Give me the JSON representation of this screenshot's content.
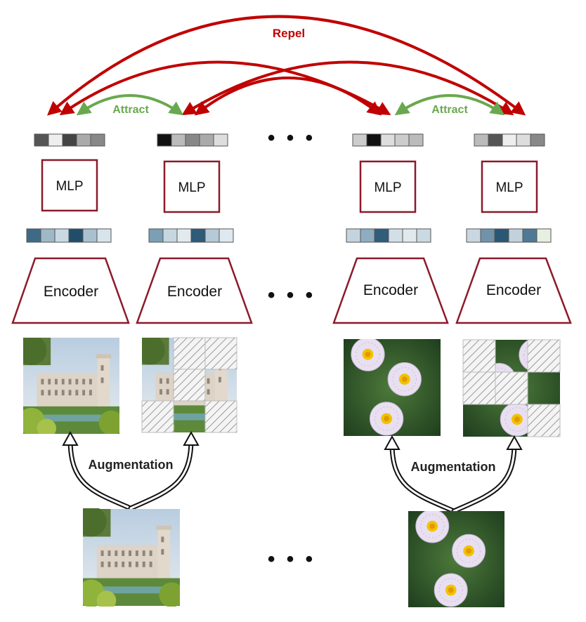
{
  "labels": {
    "repel": "Repel",
    "attract": "Attract",
    "mlp": "MLP",
    "encoder": "Encoder",
    "augmentation": "Augmentation",
    "ellipsis": "• • •"
  },
  "colors": {
    "repel_arrow": "#c00000",
    "attract_arrow": "#6aa84f",
    "box_border": "#8b1a2b",
    "masked_patch": "#e8e8e8",
    "castle_sky": "#cfd9e3",
    "castle_wall": "#d9cfc2",
    "flower_bg": "#2f5a2a",
    "petal": "#e6dcef",
    "flower_center": "#f0c000"
  },
  "projection_vectors": [
    [
      "#555555",
      "#eeeeee",
      "#444444",
      "#aaaaaa",
      "#888888"
    ],
    [
      "#111111",
      "#bbbbbb",
      "#888888",
      "#aaaaaa",
      "#dddddd"
    ],
    [
      "#cccccc",
      "#111111",
      "#dddddd",
      "#cccccc",
      "#bbbbbb"
    ],
    [
      "#bbbbbb",
      "#555555",
      "#eeeeee",
      "#dddddd",
      "#888888"
    ]
  ],
  "feature_vectors": [
    [
      "#3d6b86",
      "#9fb8c8",
      "#c9d8e2",
      "#1f4e6b",
      "#a9c0cf",
      "#d8e4ec"
    ],
    [
      "#7b9fb5",
      "#c7d6e0",
      "#e2eaf0",
      "#2d5b78",
      "#b5c9d6",
      "#dfe8ee"
    ],
    [
      "#c4d4de",
      "#8eadc1",
      "#2f5d7a",
      "#d3dfe7",
      "#e1e9ef",
      "#cbd9e2"
    ],
    [
      "#c9d7e0",
      "#6f93ab",
      "#2a5874",
      "#c1d2dc",
      "#4f7893",
      "#e6efe0"
    ]
  ]
}
